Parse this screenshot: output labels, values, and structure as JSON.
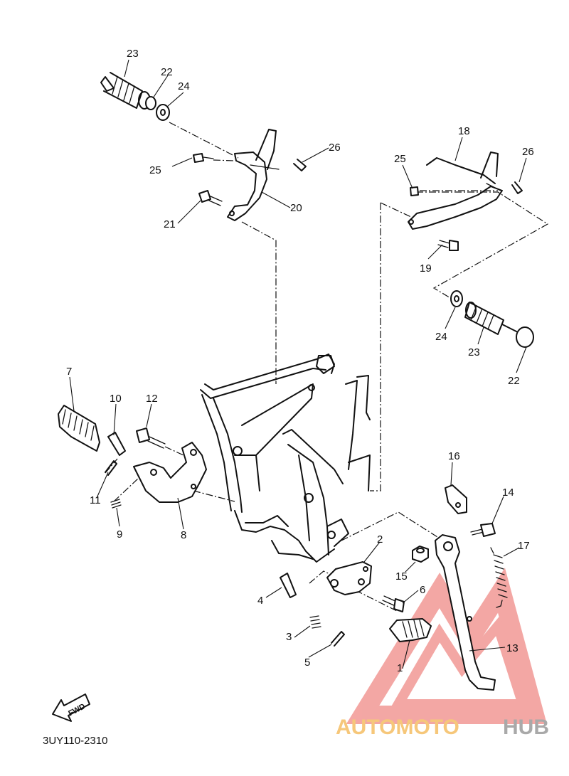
{
  "diagram": {
    "code": "3UY110-2310",
    "fwd_label": "FWD",
    "watermark": {
      "word_a": "AUTOMOTO",
      "word_b": "HUB",
      "color_a": "#f6c77a",
      "color_b": "#a9a9a9",
      "logo_color": "#f08a86"
    },
    "labels": {
      "n1": "1",
      "n2": "2",
      "n3": "3",
      "n4": "4",
      "n5": "5",
      "n6": "6",
      "n7": "7",
      "n8": "8",
      "n9": "9",
      "n10": "10",
      "n11": "11",
      "n12": "12",
      "n13": "13",
      "n14": "14",
      "n15": "15",
      "n16": "16",
      "n17": "17",
      "n18": "18",
      "n19": "19",
      "n20": "20",
      "n21": "21",
      "n22a": "22",
      "n23a": "23",
      "n24a": "24",
      "n25a": "25",
      "n26a": "26",
      "n22b": "22",
      "n23b": "23",
      "n24b": "24",
      "n25b": "25",
      "n26b": "26"
    }
  }
}
